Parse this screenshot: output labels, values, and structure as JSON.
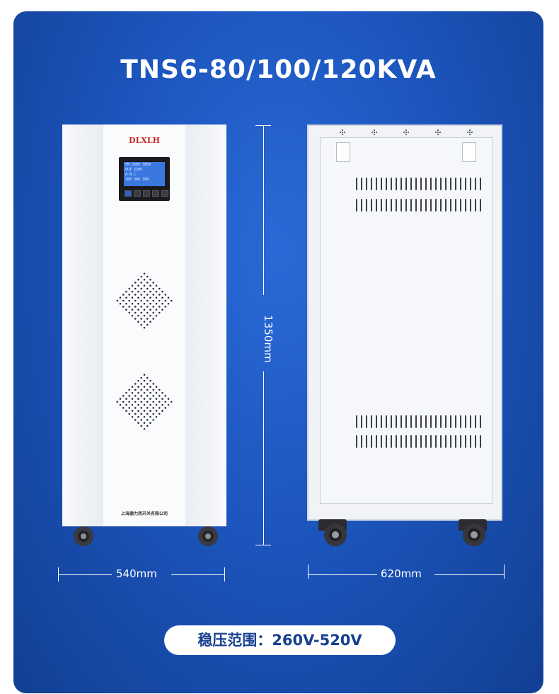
{
  "title": "TNS6-80/100/120KVA",
  "front": {
    "logo": "DLXLH",
    "display_lines": [
      "FM 260V 380V",
      "OUT 220V",
      "A  B  C",
      "380 380 380"
    ],
    "company": "上海德力西开关有限公司"
  },
  "dimensions": {
    "height": "1350mm",
    "front_width": "540mm",
    "side_width": "620mm"
  },
  "range_label": "稳压范围：260V-520V",
  "colors": {
    "background_panel": "#1c55bd",
    "logo": "#c62828",
    "pill_text": "#173f8f"
  }
}
